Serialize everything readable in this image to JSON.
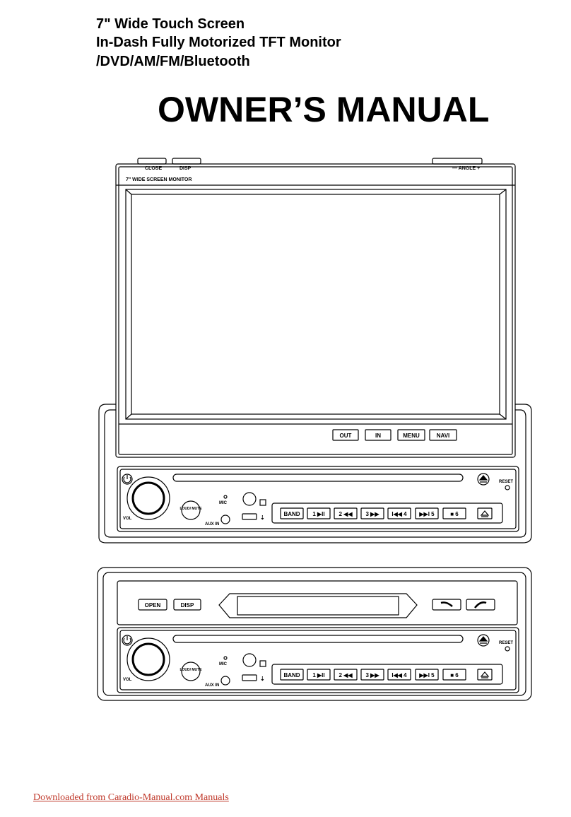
{
  "header": {
    "line1": "7\" Wide Touch Screen",
    "line2": "In-Dash Fully Motorized TFT Monitor",
    "line3": "/DVD/AM/FM/Bluetooth"
  },
  "title": "OWNER’S MANUAL",
  "top_unit": {
    "close_label": "CLOSE",
    "disp_label": "DISP",
    "angle_label": "— ANGLE +",
    "monitor_label": "7\" WIDE SCREEN MONITOR",
    "screen_buttons": [
      "OUT",
      "IN",
      "MENU",
      "NAVI"
    ],
    "reset_label": "RESET",
    "mic_label": "MIC",
    "aux_label": "AUX IN",
    "vol_label": "VOL",
    "loud_label": "LOUD/\nMUTE",
    "preset_buttons": [
      "BAND",
      "1 ▶II",
      "2 ◀◀",
      "3 ▶▶",
      "I◀◀ 4",
      "▶▶I 5",
      "■ 6"
    ]
  },
  "bottom_unit": {
    "open_label": "OPEN",
    "disp_label": "DISP",
    "reset_label": "RESET",
    "mic_label": "MIC",
    "aux_label": "AUX IN",
    "vol_label": "VOL",
    "loud_label": "LOUD/\nMUTE",
    "preset_buttons": [
      "BAND",
      "1 ▶II",
      "2 ◀◀",
      "3 ▶▶",
      "I◀◀ 4",
      "▶▶I 5",
      "■ 6"
    ]
  },
  "footer": "Downloaded from Caradio-Manual.com Manuals",
  "colors": {
    "footer_link": "#c0392b",
    "ink": "#000000"
  }
}
